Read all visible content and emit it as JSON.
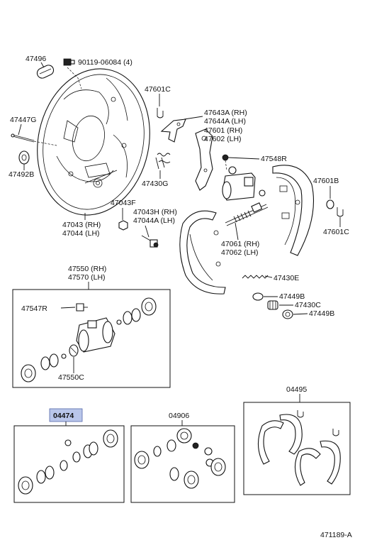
{
  "labels": {
    "p47496": "47496",
    "p90119": "90119-06084 (4)",
    "p47601c_top": "47601C",
    "p47447g": "47447G",
    "p47643a": "47643A (RH)",
    "p47644a": "47644A (LH)",
    "p47601": "47601 (RH)",
    "p47602": "47602 (LH)",
    "p47492b": "47492B",
    "p47548r": "47548R",
    "p47430g": "47430G",
    "p47601b": "47601B",
    "p47043f": "47043F",
    "p47043h": "47043H (RH)",
    "p47044a": "47044A (LH)",
    "p47601c_right": "47601C",
    "p47043": "47043 (RH)",
    "p47044": "47044 (LH)",
    "p47061": "47061 (RH)",
    "p47062": "47062 (LH)",
    "p47550": "47550 (RH)",
    "p47570": "47570 (LH)",
    "p47430e": "47430E",
    "p47547r": "47547R",
    "p47449b_top": "47449B",
    "p47430c": "47430C",
    "p47449b_bot": "47449B",
    "p47550c": "47550C",
    "p04495": "04495",
    "p04474": "04474",
    "p04906": "04906",
    "diagram_id": "471189-A"
  }
}
